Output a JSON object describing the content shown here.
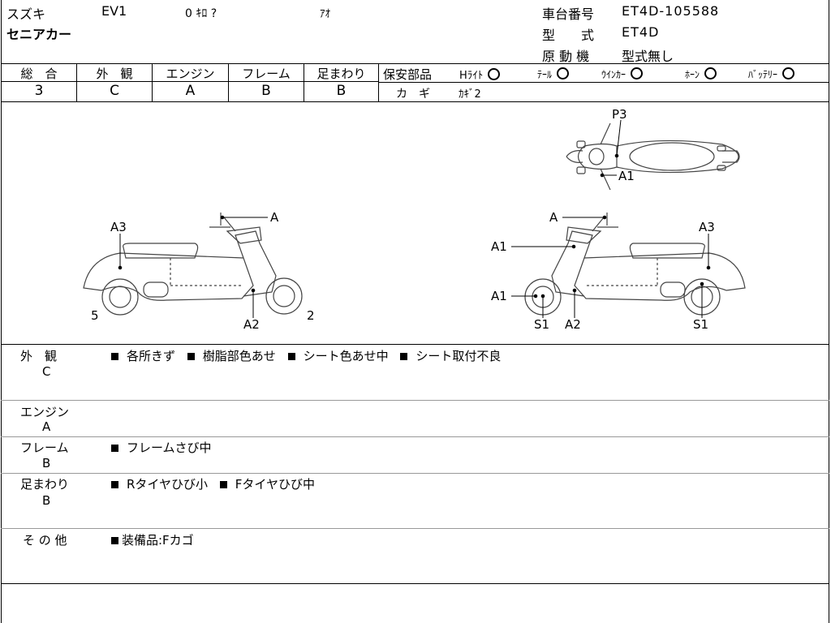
{
  "header": {
    "maker": "スズキ",
    "model": "EV1",
    "mileage": "0 ｷﾛ ?",
    "color": "ｱｵ",
    "model_name": "セニアカー",
    "chassis_label": "車台番号",
    "chassis_value": "ET4D-105588",
    "type_label": "型　　式",
    "type_value": "ET4D",
    "engine_label": "原 動 機",
    "engine_value": "型式無し"
  },
  "grades": {
    "total_label": "総　合",
    "total_value": "3",
    "exterior_label": "外　観",
    "exterior_value": "C",
    "engine_label": "エンジン",
    "engine_value": "A",
    "frame_label": "フレーム",
    "frame_value": "B",
    "suspension_label": "足まわり",
    "suspension_value": "B"
  },
  "safety": {
    "label": "保安部品",
    "headlight": "Hﾗｲﾄ",
    "tail": "ﾃｰﾙ",
    "winker": "ｳｲﾝｶｰ",
    "horn": "ﾎｰﾝ",
    "battery": "ﾊﾞｯﾃﾘｰ",
    "key_label": "カ　ギ",
    "key_value": "ｶｷﾞ2"
  },
  "diagram": {
    "top_p3": "P3",
    "top_a1": "A1",
    "left_a": "A",
    "left_a3": "A3",
    "left_a2": "A2",
    "left_5": "5",
    "left_2": "2",
    "right_a": "A",
    "right_a3": "A3",
    "right_a1_upper": "A1",
    "right_a1_lower": "A1",
    "right_s1_left": "S1",
    "right_a2": "A2",
    "right_s1_right": "S1"
  },
  "notes": [
    {
      "label": "外　観",
      "grade": "C",
      "items": [
        "各所きず",
        "樹脂部色あせ",
        "シート色あせ中",
        "シート取付不良"
      ]
    },
    {
      "label": "エンジン",
      "grade": "A",
      "items": []
    },
    {
      "label": "フレーム",
      "grade": "B",
      "items": [
        "フレームさび中"
      ]
    },
    {
      "label": "足まわり",
      "grade": "B",
      "items": [
        "Rタイヤひび小",
        "Fタイヤひび中"
      ]
    },
    {
      "label": "そ の 他",
      "grade": "",
      "items": [
        "装備品:Fカゴ"
      ]
    }
  ]
}
